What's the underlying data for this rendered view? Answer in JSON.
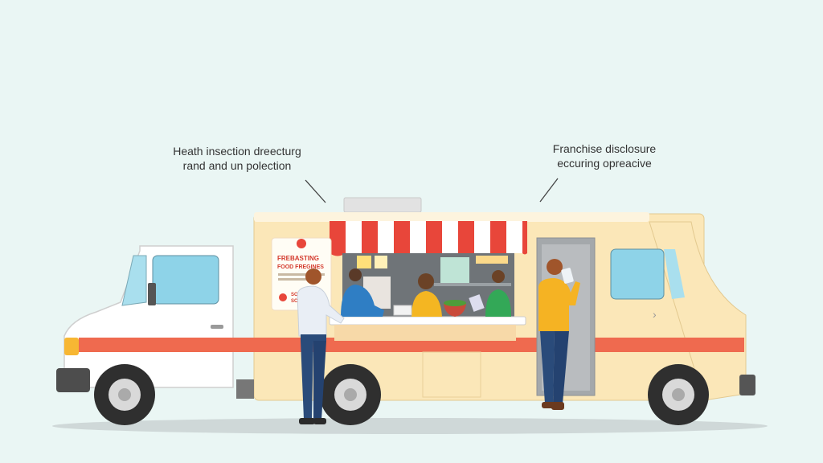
{
  "callouts": {
    "left": {
      "line1": "Heath insection dreecturg",
      "line2": "rand and un polection"
    },
    "right": {
      "line1": "Franchise disclosure",
      "line2": "eccuring opreacive"
    }
  },
  "truck_sign": {
    "line1": "FREBASTING",
    "line2": "FOOD FREGINES",
    "line3": "SO",
    "line4": "SC"
  },
  "colors": {
    "background": "#eaf6f4",
    "truck_body": "#fbe7b8",
    "cab": "#ffffff",
    "stripe": "#ef6a4f",
    "awning_red": "#e8463a",
    "window": "#8ed3e8"
  }
}
